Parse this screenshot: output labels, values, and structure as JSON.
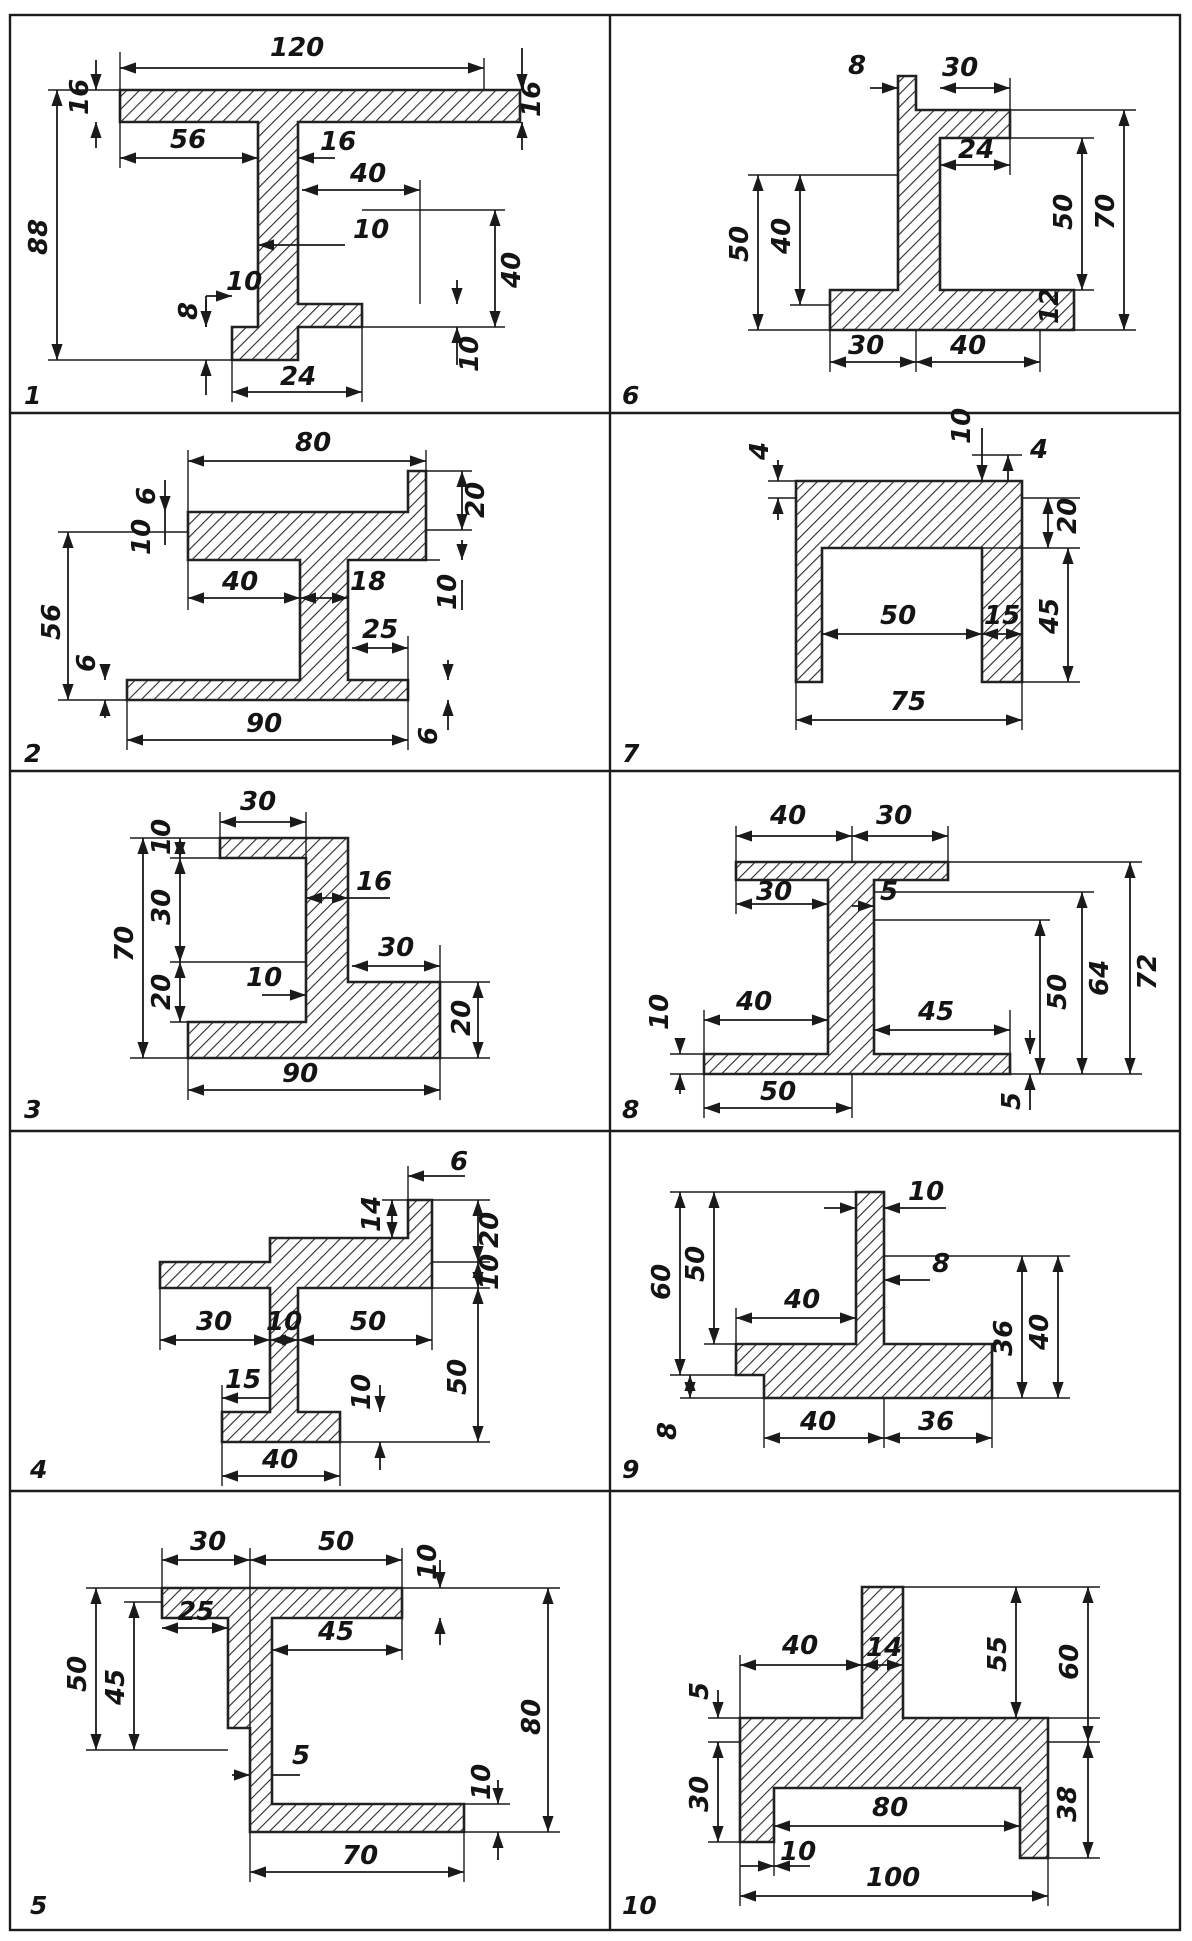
{
  "panels": [
    {
      "number": "1",
      "dimensions": [
        "120",
        "16",
        "16",
        "88",
        "56",
        "16",
        "40",
        "10",
        "40",
        "10",
        "8",
        "10",
        "24"
      ]
    },
    {
      "number": "2",
      "dimensions": [
        "80",
        "6",
        "20",
        "10",
        "56",
        "40",
        "18",
        "10",
        "25",
        "6",
        "90",
        "6"
      ]
    },
    {
      "number": "3",
      "dimensions": [
        "30",
        "10",
        "70",
        "30",
        "16",
        "30",
        "20",
        "10",
        "20",
        "90"
      ]
    },
    {
      "number": "4",
      "dimensions": [
        "6",
        "14",
        "20",
        "10",
        "30",
        "10",
        "50",
        "15",
        "10",
        "50",
        "40"
      ]
    },
    {
      "number": "5",
      "dimensions": [
        "30",
        "50",
        "10",
        "50",
        "45",
        "25",
        "45",
        "80",
        "5",
        "10",
        "70"
      ]
    },
    {
      "number": "6",
      "dimensions": [
        "8",
        "30",
        "24",
        "50",
        "40",
        "50",
        "70",
        "12",
        "30",
        "40"
      ]
    },
    {
      "number": "7",
      "dimensions": [
        "4",
        "10",
        "4",
        "20",
        "50",
        "15",
        "45",
        "75"
      ]
    },
    {
      "number": "8",
      "dimensions": [
        "40",
        "30",
        "30",
        "5",
        "40",
        "45",
        "10",
        "50",
        "64",
        "72",
        "50",
        "5"
      ]
    },
    {
      "number": "9",
      "dimensions": [
        "10",
        "60",
        "50",
        "8",
        "40",
        "36",
        "40",
        "8",
        "40",
        "36"
      ]
    },
    {
      "number": "10",
      "dimensions": [
        "40",
        "14",
        "55",
        "60",
        "5",
        "30",
        "80",
        "38",
        "10",
        "100"
      ]
    }
  ]
}
